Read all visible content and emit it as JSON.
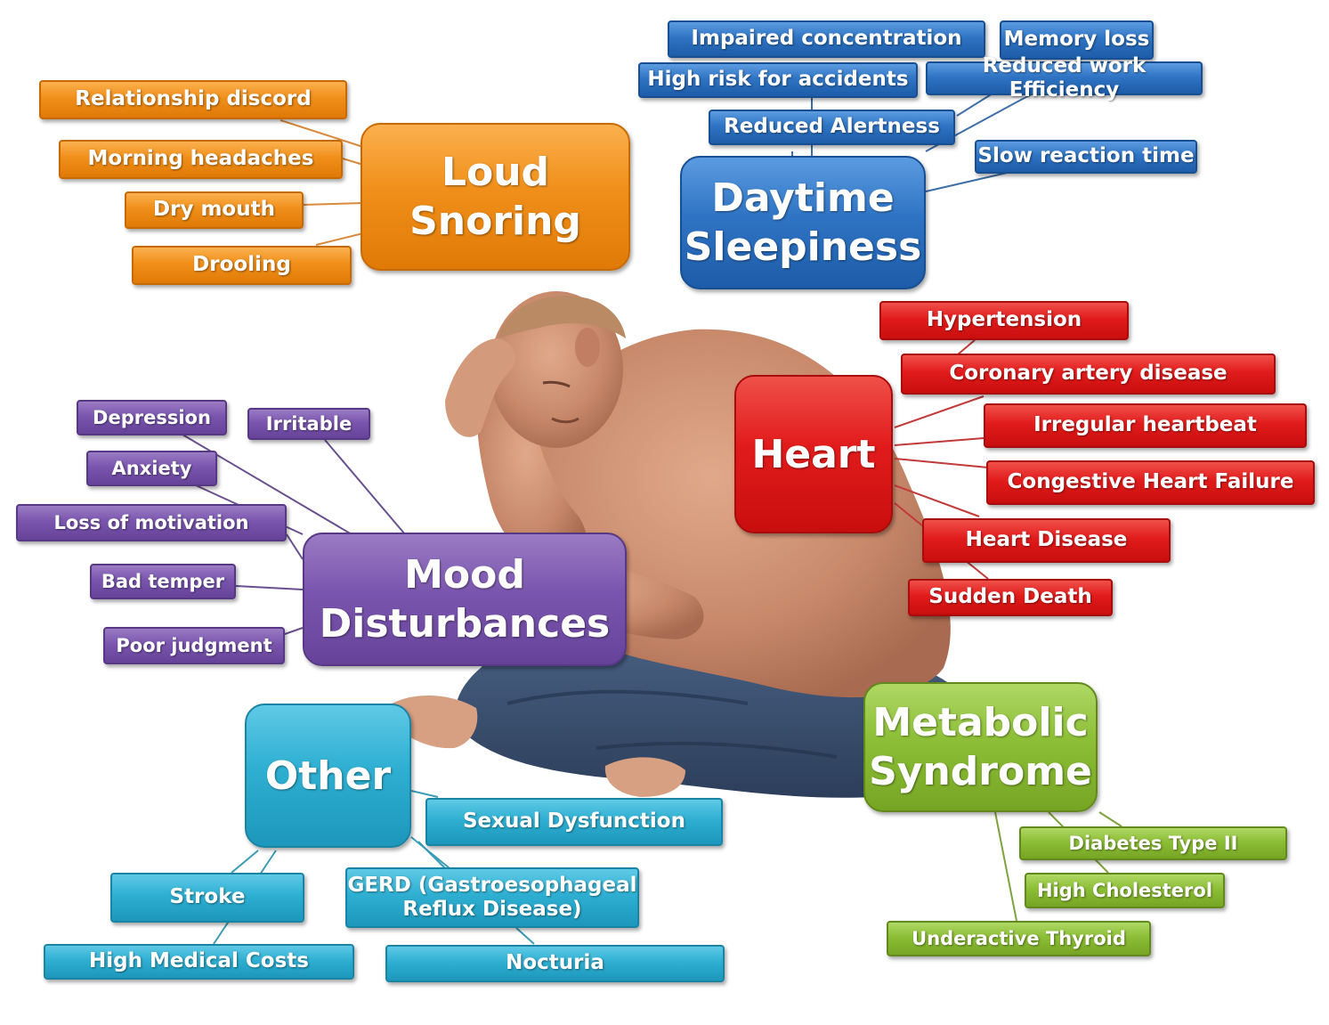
{
  "hubs": {
    "snoring": "Loud Snoring",
    "sleepiness": "Daytime Sleepiness",
    "heart": "Heart",
    "mood": "Mood Disturbances",
    "other": "Other",
    "metabolic": "Metabolic Syndrome"
  },
  "snoring_items": [
    "Relationship discord",
    "Morning headaches",
    "Dry mouth",
    "Drooling"
  ],
  "sleepiness_items": [
    "Impaired concentration",
    "Memory loss",
    "High risk for accidents",
    "Reduced work Efficiency",
    "Reduced Alertness",
    "Slow reaction time"
  ],
  "heart_items": [
    "Hypertension",
    "Coronary artery disease",
    "Irregular heartbeat",
    "Congestive Heart Failure",
    "Heart Disease",
    "Sudden Death"
  ],
  "mood_items": [
    "Depression",
    "Irritable",
    "Anxiety",
    "Loss of motivation",
    "Bad temper",
    "Poor judgment"
  ],
  "other_items": [
    "Sexual Dysfunction",
    "Stroke",
    "GERD (Gastroesophageal Reflux Disease)",
    "High Medical Costs",
    "Nocturia"
  ],
  "metabolic_items": [
    "Diabetes Type II",
    "High Cholesterol",
    "Underactive Thyroid"
  ],
  "colors": {
    "snoring": "#f08f1a",
    "sleepiness": "#2f74c4",
    "heart": "#e11b1b",
    "mood": "#7a55ae",
    "other": "#2eafd2",
    "metabolic": "#8cbe36"
  }
}
